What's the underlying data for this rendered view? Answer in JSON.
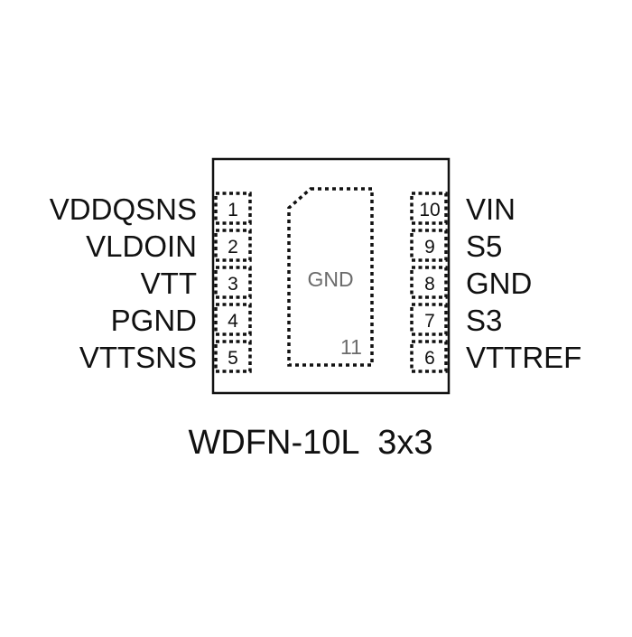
{
  "package": {
    "name": "WDFN-10L  3x3"
  },
  "pins_left": [
    {
      "number": "1",
      "label": "VDDQSNS"
    },
    {
      "number": "2",
      "label": "VLDOIN"
    },
    {
      "number": "3",
      "label": "VTT"
    },
    {
      "number": "4",
      "label": "PGND"
    },
    {
      "number": "5",
      "label": "VTTSNS"
    }
  ],
  "pins_right": [
    {
      "number": "10",
      "label": "VIN"
    },
    {
      "number": "9",
      "label": "S5"
    },
    {
      "number": "8",
      "label": "GND"
    },
    {
      "number": "7",
      "label": "S3"
    },
    {
      "number": "6",
      "label": "VTTREF"
    }
  ],
  "exposed_pad": {
    "number": "11",
    "label": "GND"
  },
  "colors": {
    "outline": "#111111",
    "text": "#111111",
    "pad_text": "#6b6b6b"
  }
}
